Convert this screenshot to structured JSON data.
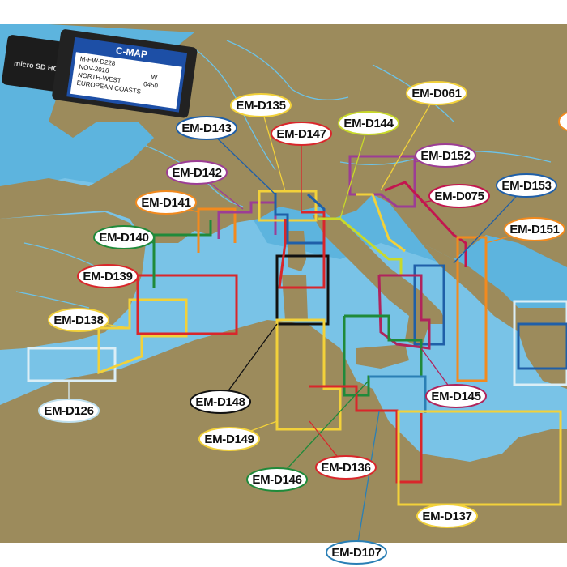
{
  "sd_card": {
    "brand": "C-MAP",
    "product_code": "M-EW-D228",
    "date": "NOV-2016",
    "region_line1": "NORTH-WEST",
    "region_line2": "EUROPEAN COASTS",
    "zone": "W",
    "number": "0450",
    "microsd_logo": "micro SD HC"
  },
  "chart_areas": [
    {
      "code": "EM-D135",
      "color": "#f2d13a"
    },
    {
      "code": "EM-D143",
      "color": "#1f5fa8"
    },
    {
      "code": "EM-D147",
      "color": "#d9262b"
    },
    {
      "code": "EM-D061",
      "color": "#f2d13a"
    },
    {
      "code": "EM-D144",
      "color": "#c8d92a"
    },
    {
      "code": "EM-D152",
      "color": "#9c3d95"
    },
    {
      "code": "EM-D142",
      "color": "#9c3d95"
    },
    {
      "code": "EM-D075",
      "color": "#c3164f"
    },
    {
      "code": "EM-D153",
      "color": "#1f5fa8"
    },
    {
      "code": "EM-D141",
      "color": "#f28a1e"
    },
    {
      "code": "EM-D151",
      "color": "#f28a1e"
    },
    {
      "code": "EM-D140",
      "color": "#1f8a3a"
    },
    {
      "code": "EM-D139",
      "color": "#d9262b"
    },
    {
      "code": "EM-D138",
      "color": "#f2d13a"
    },
    {
      "code": "EM-D126",
      "color": "#bfe0ee"
    },
    {
      "code": "EM-D148",
      "color": "#111111"
    },
    {
      "code": "EM-D145",
      "color": "#b0245c"
    },
    {
      "code": "EM-D149",
      "color": "#f2d13a"
    },
    {
      "code": "EM-D146",
      "color": "#1f8a3a"
    },
    {
      "code": "EM-D136",
      "color": "#d9262b"
    },
    {
      "code": "EM-D137",
      "color": "#f2d13a"
    },
    {
      "code": "EM-D107",
      "color": "#2a7fb5"
    }
  ],
  "colors": {
    "sea_deep": "#5db4de",
    "sea_shallow": "#93d2ee",
    "land": "#9c8b5c",
    "land_dark": "#8a7a4e",
    "river": "#6cc3e8"
  }
}
